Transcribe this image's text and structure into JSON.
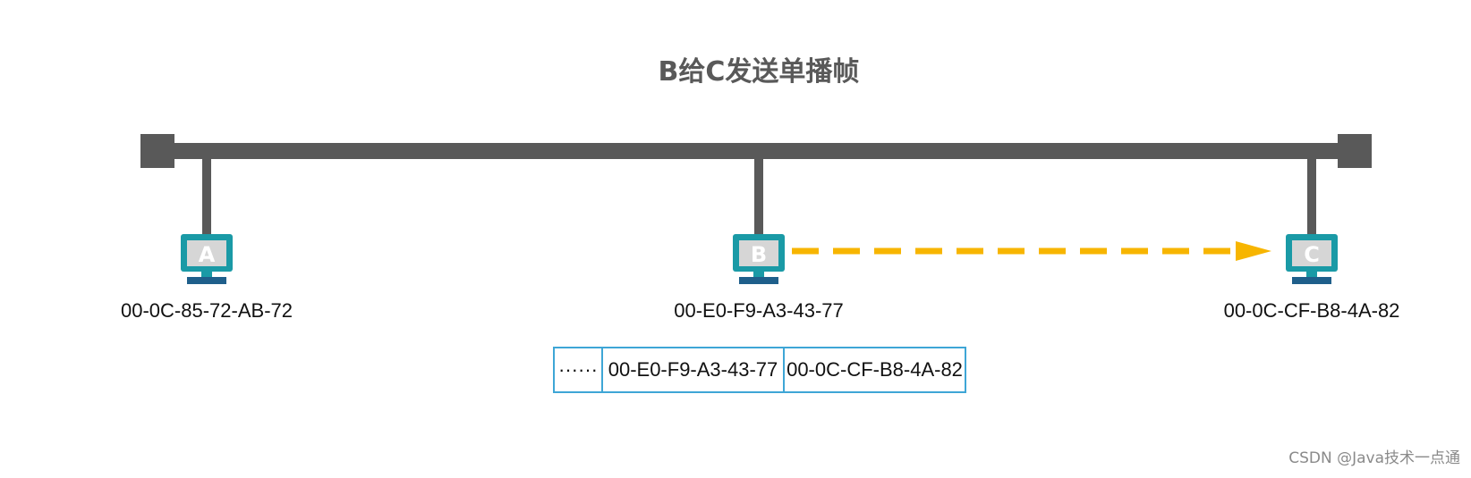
{
  "title": "B给C发送单播帧",
  "colors": {
    "bus": "#595959",
    "monitor_frame": "#1a9aa6",
    "screen": "#d6d6d6",
    "stand": "#1f5f8b",
    "arrow": "#f7b500",
    "frame_border": "#3ea6d6"
  },
  "hosts": [
    {
      "letter": "A",
      "mac": "00-0C-85-72-AB-72",
      "icon": "computer-icon"
    },
    {
      "letter": "B",
      "mac": "00-E0-F9-A3-43-77",
      "icon": "computer-icon"
    },
    {
      "letter": "C",
      "mac": "00-0C-CF-B8-4A-82",
      "icon": "computer-icon"
    }
  ],
  "frame": {
    "fields": [
      "······",
      "00-E0-F9-A3-43-77",
      "00-0C-CF-B8-4A-82"
    ]
  },
  "watermark": "CSDN @Java技术一点通"
}
